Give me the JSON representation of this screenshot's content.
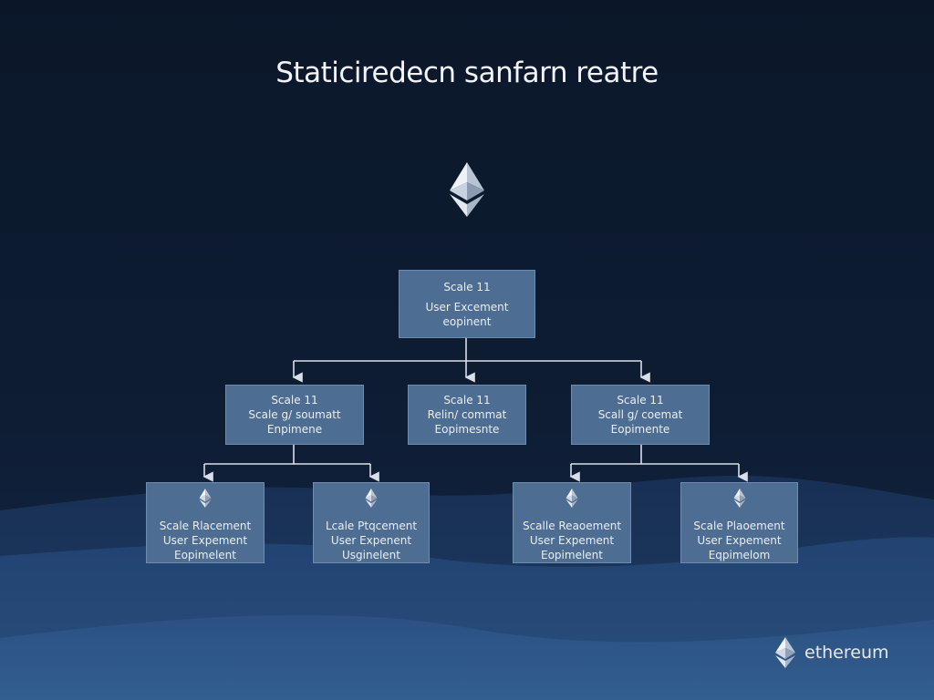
{
  "title": "Staticiredecn sanfarn reatre",
  "root": {
    "lines": [
      "Scale 11",
      "User Excement",
      "eopinent"
    ]
  },
  "middle": [
    {
      "lines": [
        "Scale 11",
        "Scale g/ soumatt",
        "Enpimene"
      ]
    },
    {
      "lines": [
        "Scale 11",
        "Relin/ commat",
        "Eopimesnte"
      ]
    },
    {
      "lines": [
        "Scale 11",
        "Scall g/ coemat",
        "Eopimente"
      ]
    }
  ],
  "leaves": [
    {
      "lines": [
        "Scale Rlacement",
        "User Expement",
        "Eopimelent"
      ]
    },
    {
      "lines": [
        "Lcale Ptqcement",
        "User Expenent",
        "Usginelent"
      ]
    },
    {
      "lines": [
        "Scalle Reaoement",
        "User Expement",
        "Eopimelent"
      ]
    },
    {
      "lines": [
        "Scale Plaoement",
        "User Expement",
        "Eqpimelom"
      ]
    }
  ],
  "brand": {
    "name": "ethereum",
    "icon": "ethereum-icon"
  },
  "colors": {
    "background": "#0d1a2e",
    "node_fill": "#4e6d93",
    "node_border": "#6e8cb0",
    "connector": "#d8dfe8",
    "wave": "#1e3b63"
  }
}
